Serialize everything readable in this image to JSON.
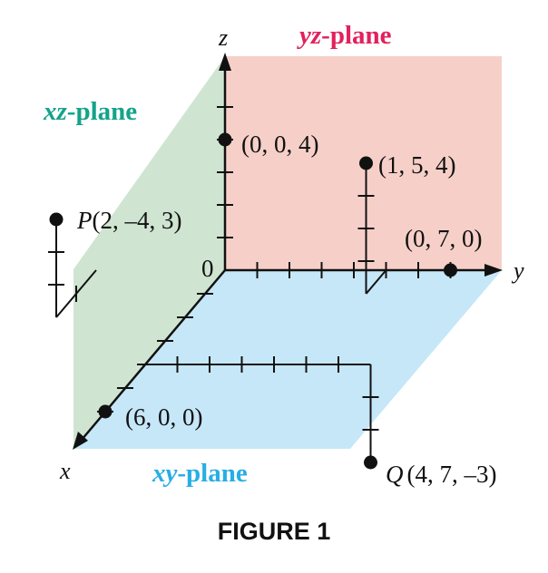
{
  "colors": {
    "xy_plane": "#c6e7f8",
    "xz_plane": "#cfe5d2",
    "yz_plane": "#f6d0c8",
    "xy_label": "#27aee6",
    "xz_label": "#14a38a",
    "yz_label": "#e2215e",
    "ink": "#111111"
  },
  "axes": {
    "x": "x",
    "y": "y",
    "z": "z",
    "origin": "0"
  },
  "planes": {
    "xy": {
      "var": "xy",
      "suffix": "-plane"
    },
    "xz": {
      "var": "xz",
      "suffix": "-plane"
    },
    "yz": {
      "var": "yz",
      "suffix": "-plane"
    }
  },
  "points": [
    {
      "label": "(0, 0, 4)",
      "coords": [
        0,
        0,
        4
      ]
    },
    {
      "label": "(1, 5, 4)",
      "coords": [
        1,
        5,
        4
      ]
    },
    {
      "label": "(0, 7, 0)",
      "coords": [
        0,
        7,
        0
      ]
    },
    {
      "label": "(6, 0, 0)",
      "coords": [
        6,
        0,
        0
      ]
    },
    {
      "name": "P",
      "label": "(2, –4, 3)",
      "coords": [
        2,
        -4,
        3
      ]
    },
    {
      "name": "Q",
      "label": "(4, 7, –3)",
      "coords": [
        4,
        7,
        -3
      ]
    }
  ],
  "caption": "FIGURE 1"
}
